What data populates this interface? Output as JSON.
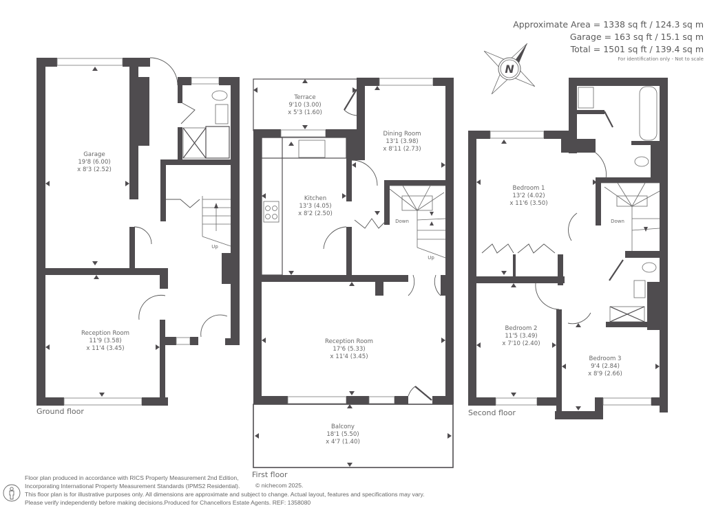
{
  "area_summary": {
    "approximate_area": "Approximate Area = 1338 sq ft / 124.3 sq m",
    "garage": "Garage = 163 sq ft / 15.1 sq m",
    "total": "Total = 1501 sq ft / 139.4 sq m",
    "note": "For identification only - Not to scale"
  },
  "compass": {
    "icon": "compass-north-icon",
    "letter": "N"
  },
  "floors": {
    "ground": {
      "label": "Ground floor",
      "rooms": [
        {
          "name": "Garage",
          "dim1": "19'8 (6.00)",
          "dim2": "x 8'3 (2.52)"
        },
        {
          "name": "Reception Room",
          "dim1": "11'9 (3.58)",
          "dim2": "x 11'4 (3.45)"
        }
      ],
      "stair_label": "Up"
    },
    "first": {
      "label": "First floor",
      "rooms": [
        {
          "name": "Terrace",
          "dim1": "9'10 (3.00)",
          "dim2": "x 5'3 (1.60)"
        },
        {
          "name": "Dining Room",
          "dim1": "13'1 (3.98)",
          "dim2": "x 8'11 (2.73)"
        },
        {
          "name": "Kitchen",
          "dim1": "13'3 (4.05)",
          "dim2": "x 8'2 (2.50)"
        },
        {
          "name": "Reception Room",
          "dim1": "17'6 (5.33)",
          "dim2": "x 11'4 (3.45)"
        },
        {
          "name": "Balcony",
          "dim1": "18'1 (5.50)",
          "dim2": "x 4'7 (1.40)"
        }
      ],
      "stair_down": "Down",
      "stair_up": "Up"
    },
    "second": {
      "label": "Second floor",
      "rooms": [
        {
          "name": "Bedroom 1",
          "dim1": "13'2 (4.02)",
          "dim2": "x 11'6 (3.50)"
        },
        {
          "name": "Bedroom 2",
          "dim1": "11'5 (3.49)",
          "dim2": "x 7'10 (2.40)"
        },
        {
          "name": "Bedroom 3",
          "dim1": "9'4 (2.84)",
          "dim2": "x 8'9 (2.66)"
        }
      ],
      "stair_down": "Down"
    }
  },
  "footer": {
    "line1": "Floor plan produced in accordance with RICS Property Measurement 2nd Edition,",
    "line2": "Incorporating International Property Measurement Standards (IPMS2 Residential).",
    "copyright": "© nichecom 2025.",
    "line3": "This floor plan is for illustrative purposes only. All dimensions are approximate and subject to change. Actual layout, features and specifications may vary.",
    "line4": "Please verify independently before making decisions.Produced for Chancellors Estate Agents.   REF: 1358080",
    "icon": "person-scale-icon"
  },
  "colors": {
    "wall": "#4f4c4f",
    "text": "#666666",
    "background": "#ffffff"
  }
}
